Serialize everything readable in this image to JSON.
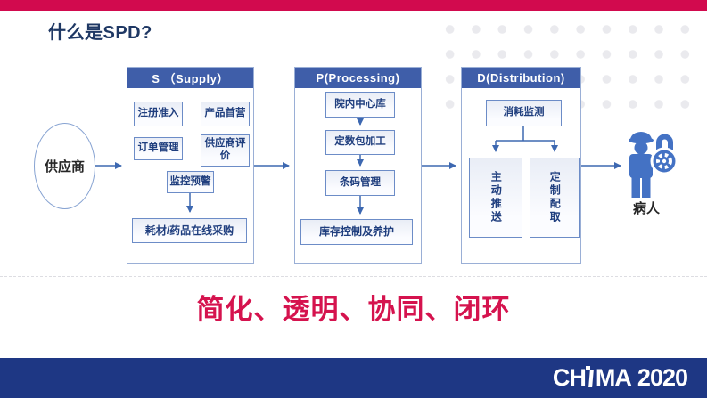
{
  "slide": {
    "title": "什么是SPD?",
    "slogan": "简化、透明、协同、闭环",
    "footer_logo": {
      "ch": "CH",
      "ma": "MA",
      "year": "2020"
    }
  },
  "diagram": {
    "supplier_label": "供应商",
    "patient_label": "病人",
    "columns": [
      {
        "header": "S （Supply）",
        "boxes": {
          "b1": "注册准入",
          "b2": "产品首营",
          "b3": "订单管理",
          "b4": "供应商评价",
          "b5": "监控预警",
          "b6": "耗材/药品在线采购"
        }
      },
      {
        "header": "P(Processing)",
        "boxes": {
          "b1": "院内中心库",
          "b2": "定数包加工",
          "b3": "条码管理",
          "b4": "库存控制及养护"
        }
      },
      {
        "header": "D(Distribution)",
        "boxes": {
          "b1": "消耗监测",
          "b2": "主动推送",
          "b3": "定制配取"
        }
      }
    ]
  },
  "icons": {
    "patient": "person-with-cap-icon",
    "security": "combination-lock-icon"
  },
  "colors": {
    "accent_red": "#D20A4E",
    "slogan_red": "#D5134E",
    "deep_blue": "#1E3784",
    "header_blue": "#3F5EA9",
    "icon_blue": "#4472C4",
    "title_navy": "#1F3864",
    "box_text": "#1F3E7E",
    "arrow_blue": "#3D68B1",
    "box_border": "#6C8CC7",
    "col_border": "#9AAFD6",
    "ellipse_border": "#87A3D2",
    "dot_gray": "#EAEAEE",
    "divider_gray": "#DDDDE2"
  }
}
